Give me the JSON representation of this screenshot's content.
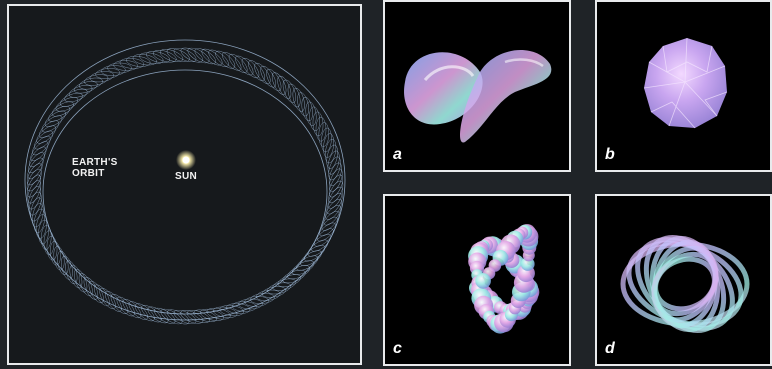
{
  "orbit_panel": {
    "earth_orbit_label_line1": "EARTH'S",
    "earth_orbit_label_line2": "ORBIT",
    "sun_label": "SUN"
  },
  "knot_panels": [
    {
      "label": "a",
      "shape": "twisted-ribbon-knot"
    },
    {
      "label": "b",
      "shape": "faceted-sphere"
    },
    {
      "label": "c",
      "shape": "beaded-coil-knot"
    },
    {
      "label": "d",
      "shape": "nested-torus-knot"
    }
  ],
  "colors": {
    "background": "#1f2327",
    "panel_border": "#e8eaec",
    "orbit_mesh": "#a9c6e6",
    "sun": "#fff6c9",
    "knot_pink": "#e3a6e6",
    "knot_blue": "#8fb2ff",
    "knot_cyan": "#9ff0e6"
  }
}
